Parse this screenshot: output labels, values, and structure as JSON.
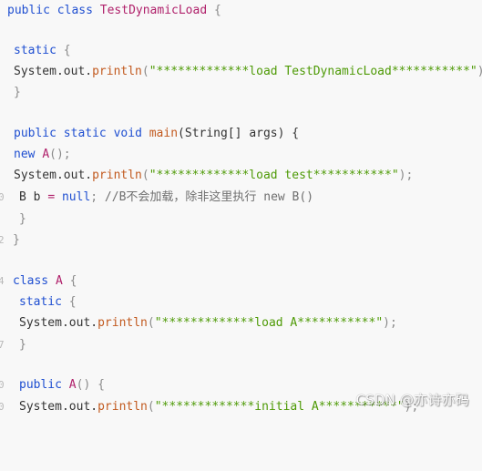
{
  "code": {
    "l1": {
      "t1": "public",
      "t2": " ",
      "t3": "class",
      "t4": " ",
      "t5": "TestDynamicLoad",
      "t6": " {"
    },
    "l2": {
      "t1": "static",
      "t2": " {"
    },
    "l3": {
      "t1": "System.out.",
      "t2": "println",
      "t3": "(",
      "t4": "\"*************load TestDynamicLoad***********\"",
      "t5": ");"
    },
    "l4": {
      "t1": "}"
    },
    "l5": {
      "t1": "public",
      "t2": " ",
      "t3": "static",
      "t4": " ",
      "t5": "void",
      "t6": " ",
      "t7": "main",
      "t8": "(String[] args) {"
    },
    "l6": {
      "t1": "new",
      "t2": " ",
      "t3": "A",
      "t4": "();"
    },
    "l7": {
      "t1": "System.out.",
      "t2": "println",
      "t3": "(",
      "t4": "\"*************load test***********\"",
      "t5": ");"
    },
    "l8": {
      "t1": "B b ",
      "t2": "=",
      "t3": " ",
      "t4": "null",
      "t5": ";",
      "t6": " //B不会加载，除非这里执行 new B()"
    },
    "l9": {
      "t1": "}"
    },
    "l10": {
      "t1": "}"
    },
    "l11": {
      "t1": "class",
      "t2": " ",
      "t3": "A",
      "t4": " {"
    },
    "l12": {
      "t1": "static",
      "t2": " {"
    },
    "l13": {
      "t1": "System.out.",
      "t2": "println",
      "t3": "(",
      "t4": "\"*************load A***********\"",
      "t5": ");"
    },
    "l14": {
      "t1": "}"
    },
    "l15": {
      "t1": "public",
      "t2": " ",
      "t3": "A",
      "t4": "() {"
    },
    "l16": {
      "t1": "System.out.",
      "t2": "println",
      "t3": "(",
      "t4": "\"*************initial A***********\"",
      "t5": ");"
    }
  },
  "gutter": {
    "g8": "0",
    "g10": "2",
    "g12": "4",
    "g14": "7",
    "g15": "0",
    "g16": "0"
  },
  "watermark": "CSDN @亦诗亦码",
  "colors": {
    "background": "#f8f8f8",
    "keyword": "#1f4fd1",
    "class_name": "#b0216b",
    "method": "#c25a1f",
    "string": "#4e9a06",
    "default_text": "#333333"
  }
}
